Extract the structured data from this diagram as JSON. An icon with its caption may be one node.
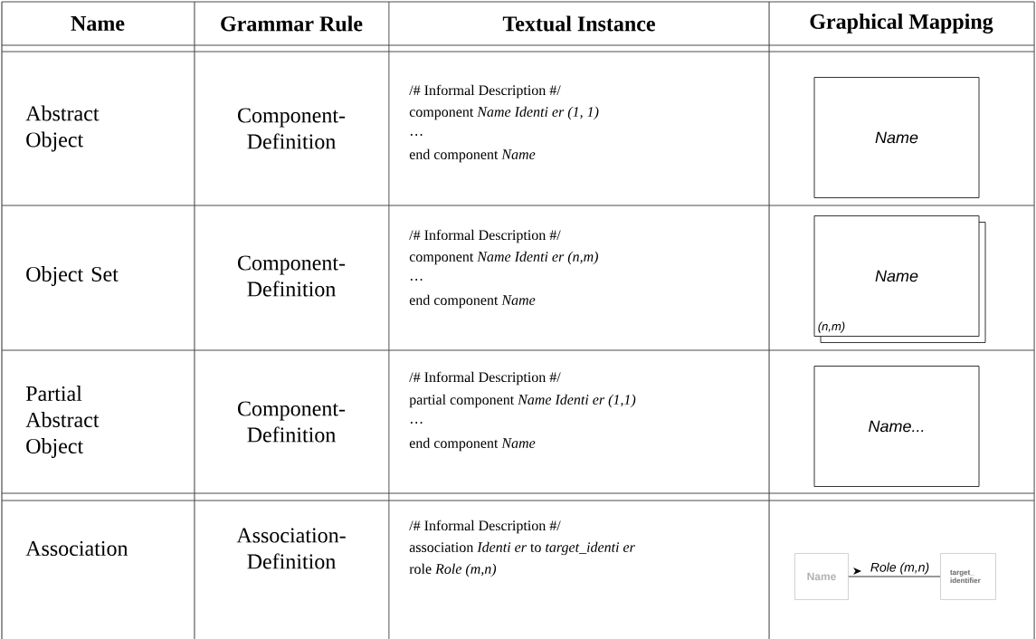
{
  "diagram": {
    "nodes": [
      {
        "text": [
          "Name"
        ]
      },
      {
        "text": [
          "Name",
          "(n,m)"
        ]
      },
      {
        "text": [
          "Name..."
        ]
      },
      {
        "text": [
          "Name"
        ]
      },
      {
        "text": [
          "target_ identifier"
        ]
      }
    ],
    "edges": [
      {
        "from": 3,
        "to": 4,
        "arrow": "none",
        "label": "Role (m,n)"
      }
    ],
    "labels": [
      "Name",
      "Grammar Rule",
      "Textual Instance",
      "Graphical Mapping",
      "Abstract Object",
      "Component-Definition",
      "/# Informal Description #/",
      "component *Name Identi er (1, 1)*",
      "…",
      "end component *Name*",
      "Object Set",
      "Component-Definition",
      "/# Informal Description #/",
      "component *Name Identi er (n,m)*",
      "…",
      "end component *Name*",
      "Partial Abstract Object",
      "Component-Definition",
      "/# Informal Description #/",
      "partial component *Name Identi er (1,1)*",
      "…",
      "end component *Name*",
      "Association",
      "Association-Definition",
      "/# Informal Description #/",
      "association *Identi er* to *target_identi er*",
      "role *Role (m,n)*"
    ]
  }
}
